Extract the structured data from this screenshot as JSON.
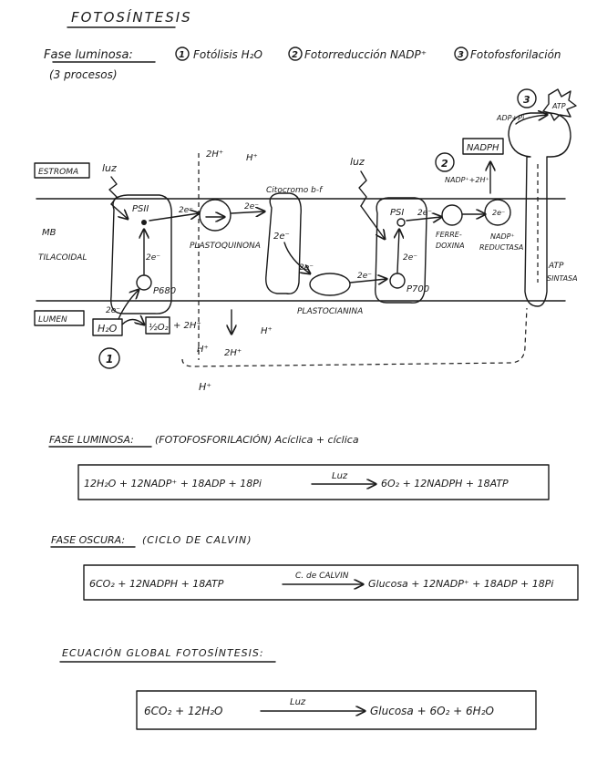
{
  "title": "FOTOSÍNTESIS",
  "luminosa_header": {
    "label": "Fase luminosa:",
    "processes_count": "(3 procesos)",
    "processes": [
      {
        "num": "1",
        "text": "Fotólisis H₂O"
      },
      {
        "num": "2",
        "text": "Fotorreducción NADP⁺"
      },
      {
        "num": "3",
        "text": "Fotofosforilación"
      }
    ]
  },
  "diagram": {
    "estroma": "ESTROMA",
    "lumen": "LUMEN",
    "membrane_1": "MB",
    "membrane_2": "TILACOIDAL",
    "luz_1": "luz",
    "luz_2": "luz",
    "ps2": "PSII",
    "ps1": "PSI",
    "p680": "P680",
    "p700": "P700",
    "e_2": "2e⁻",
    "plastoquinona": "PLASTOQUINONA",
    "citocromo": "Citocromo b-f",
    "plastocianina": "PLASTOCIANINA",
    "ferredoxina_1": "FERRE-",
    "ferredoxina_2": "DOXINA",
    "nadp_red_1": "NADP⁺",
    "nadp_red_2": "REDUCTASA",
    "nadph": "NADPH",
    "nadp_2h": "NADP⁺+2H⁺",
    "adp_pi": "ADP+Pi",
    "atp": "ATP",
    "atp_sintasa_1": "ATP",
    "atp_sintasa_2": "SINTASA",
    "h2o": "H₂O",
    "half_o2": "½O₂",
    "plus_2h": "+ 2H⁺",
    "h_plus": "H⁺",
    "two_h_plus": "2H⁺",
    "marker_1": "1",
    "marker_2": "2",
    "marker_3": "3"
  },
  "luminosa_section": {
    "heading": "FASE LUMINOSA:",
    "subtitle": "(FOTOFOSFORILACIÓN) Acíclica + cíclica",
    "eq_left": "12H₂O + 12NADP⁺ + 18ADP + 18Pi",
    "eq_arrow": "Luz",
    "eq_right": "6O₂ + 12NADPH + 18ATP"
  },
  "oscura_section": {
    "heading": "FASE OSCURA:",
    "subtitle": "(CICLO DE CALVIN)",
    "eq_left": "6CO₂ + 12NADPH + 18ATP",
    "eq_arrow": "C. de CALVIN",
    "eq_right": "Glucosa + 12NADP⁺ + 18ADP + 18Pi"
  },
  "global_section": {
    "heading": "ECUACIÓN GLOBAL FOTOSÍNTESIS:",
    "eq_left": "6CO₂ + 12H₂O",
    "eq_arrow": "Luz",
    "eq_right": "Glucosa + 6O₂ + 6H₂O"
  }
}
